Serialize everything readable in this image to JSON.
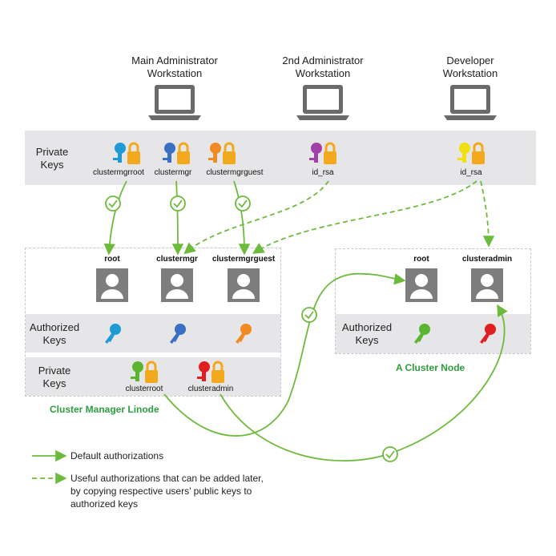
{
  "workstations": {
    "main": "Main Administrator\nWorkstation",
    "second": "2nd Administrator\nWorkstation",
    "developer": "Developer\nWorkstation"
  },
  "top_band": {
    "label": "Private\nKeys",
    "keys": [
      {
        "label": "clustermgrroot",
        "color": "#1f9ad6",
        "icon": "key-lock-icon"
      },
      {
        "label": "clustermgr",
        "color": "#3a6fc4",
        "icon": "key-lock-icon"
      },
      {
        "label": "clustermgrguest",
        "color": "#f08a24",
        "icon": "key-lock-icon"
      },
      {
        "label": "id_rsa",
        "color": "#a23fa8",
        "icon": "key-lock-icon"
      },
      {
        "label": "id_rsa",
        "color": "#f2e00e",
        "icon": "key-lock-icon"
      }
    ]
  },
  "manager": {
    "title": "Cluster Manager Linode",
    "users": [
      "root",
      "clustermgr",
      "clustermgrguest"
    ],
    "authorized_label": "Authorized\nKeys",
    "private_label": "Private\nKeys",
    "private_keys": [
      {
        "label": "clusterroot",
        "color": "#5cb531"
      },
      {
        "label": "clusteradmin",
        "color": "#e02020"
      }
    ]
  },
  "node": {
    "title": "A Cluster Node",
    "users": [
      "root",
      "clusteradmin"
    ],
    "authorized_label": "Authorized\nKeys"
  },
  "legend": {
    "solid": "Default authorizations",
    "dashed": "Useful authorizations that can be added later,\nby copying respective users’ public keys to\nauthorized keys"
  },
  "colors": {
    "green": "#6dbb3c",
    "band": "#e6e6e8",
    "user_icon": "#7d7d7d"
  }
}
